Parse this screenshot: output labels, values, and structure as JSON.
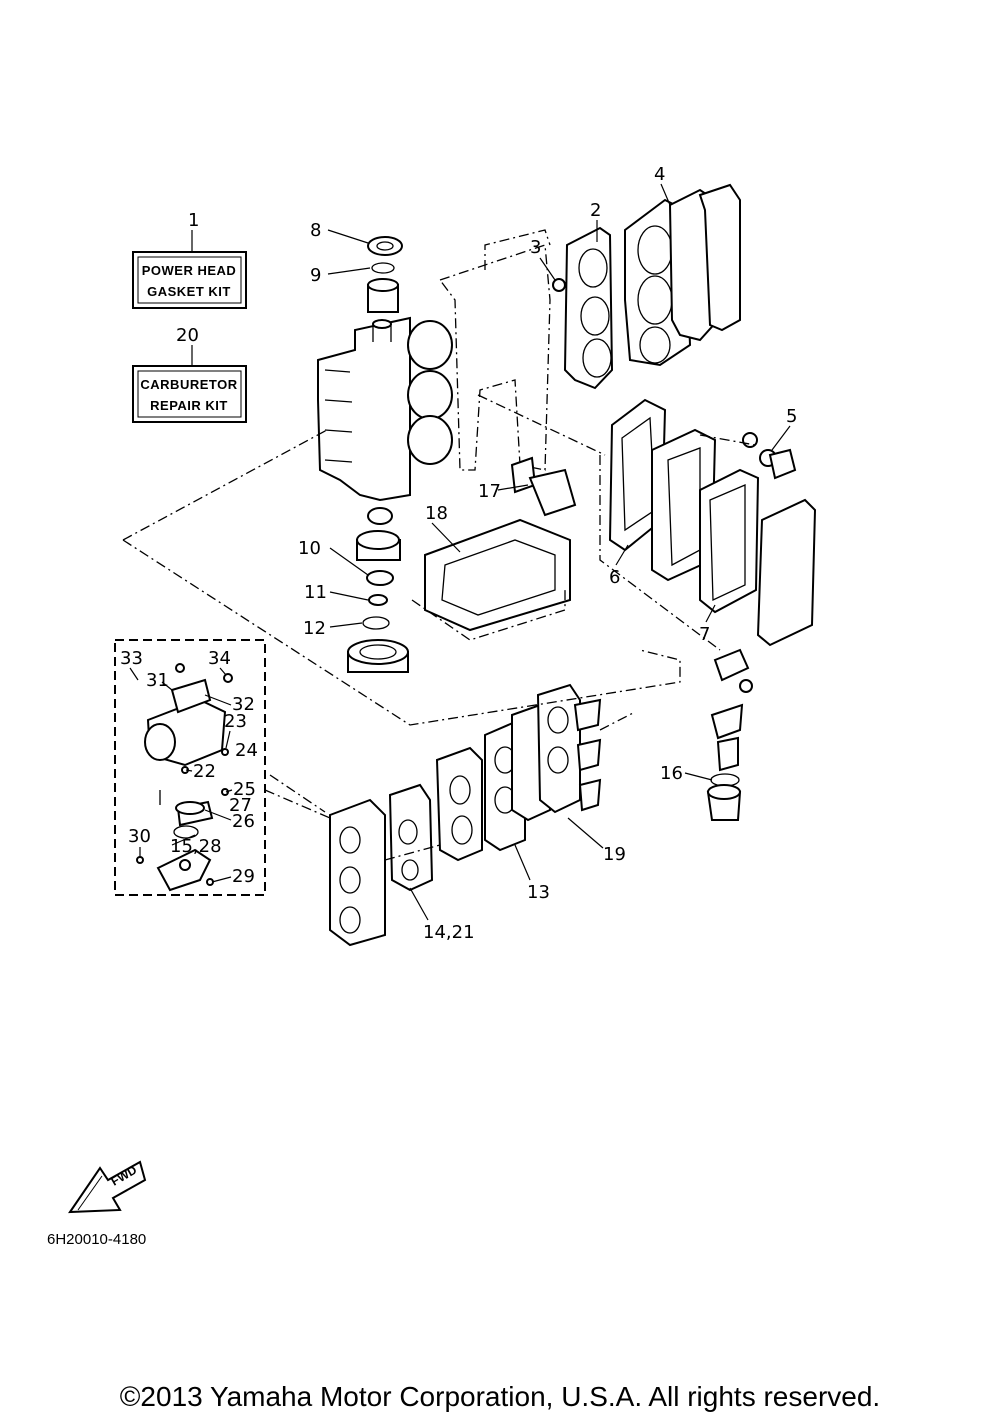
{
  "kits": {
    "power_head": {
      "number": "1",
      "line1": "POWER HEAD",
      "line2": "GASKET KIT"
    },
    "carburetor": {
      "number": "20",
      "line1": "CARBURETOR",
      "line2": "REPAIR KIT"
    }
  },
  "callouts": [
    "2",
    "3",
    "4",
    "5",
    "6",
    "7",
    "8",
    "9",
    "10",
    "11",
    "12",
    "13",
    "14,21",
    "15,28",
    "16",
    "17",
    "18",
    "19",
    "22",
    "23",
    "24",
    "25",
    "26",
    "27",
    "29",
    "30",
    "31",
    "32",
    "33",
    "34"
  ],
  "fwd_label": "FWD",
  "diagram_code": "6H20010-4180",
  "copyright": "©2013 Yamaha Motor Corporation, U.S.A. All rights reserved.",
  "icons": {
    "fwd_arrow": "fwd-arrow-icon"
  }
}
